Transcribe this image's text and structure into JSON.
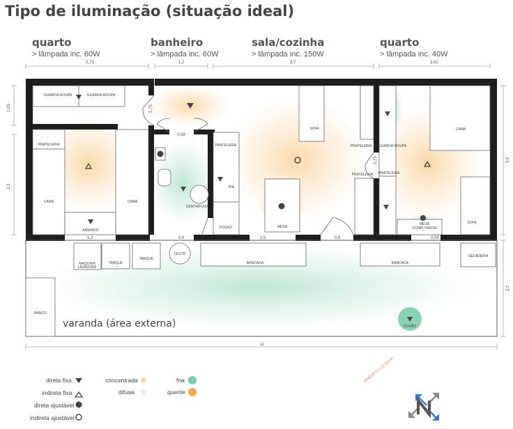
{
  "title": "Tipo de iluminação (situação ideal)",
  "rooms": [
    {
      "name": "quarto",
      "lamp": "> lâmpada inc. 60W"
    },
    {
      "name": "banheiro",
      "lamp": "> lâmpada inc. 60W"
    },
    {
      "name": "sala/cozinha",
      "lamp": "> lâmpada inc. 150W"
    },
    {
      "name": "quarto",
      "lamp": "> lâmpada inc. 40W"
    }
  ],
  "dimensions": {
    "top": [
      "2,73",
      "1,2",
      "3,7",
      "2,62"
    ],
    "left": [
      "1,05",
      "2,3"
    ],
    "right": [
      "3,5",
      "2,2"
    ],
    "bottom": "11",
    "inner": [
      "0,75",
      "0,58",
      "0,75",
      "1,2",
      "0,6",
      "1,5",
      "0,8",
      "0,55"
    ]
  },
  "furniture": {
    "guarda_roupa_1": "GUARDA-ROUPA",
    "guarda_roupa_2": "GUARDA-ROUPA",
    "prateleira_1": "PRATELEIRA",
    "cama_1": "CAMA",
    "cama_2": "CAMA",
    "armario": "ARMARIO",
    "prateleira_2": "PRATELEIRA",
    "pia": "PIA",
    "fogao_1": "FOGAO",
    "centrifuga": "CENTRIFUGA",
    "sofa_1": "SOFA",
    "mesa": "MESA",
    "prateleira_3": "PRATELEIRA",
    "prateleira_4": "PRATELEIRA",
    "guarda_roupa_3": "GUARDA-ROUPA",
    "prateleira_5": "PRATELEIRA",
    "cama_3": "CAMA",
    "sofa_2": "SOFA",
    "mesa_computador_1": "MESA",
    "mesa_computador_2": "COMPUTADOR",
    "maquina_1": "MAQUINA",
    "maquina_2": "LAVADORA",
    "tanque_1": "TANQUE",
    "tanque_2": "TANQUE",
    "cesto": "CESTO",
    "bancada_1": "BANCADA",
    "bancada_2": "BANCADA",
    "geladeira": "GELADEIRA",
    "banco": "BANCO",
    "fogao_2": "FOGÃO"
  },
  "veranda": "varanda (área externa)",
  "sun_direction": "DIREÇÃO DA LUZ SOLAR",
  "legend": {
    "direta_fixa": "direta fixa",
    "indireta_fixa": "indireta fixa",
    "direta_ajustavel": "direta ajustável",
    "indireta_ajustavel": "indireta ajustável",
    "concentrada": "concentrada",
    "difusa": "difusa",
    "fria": "fria",
    "quente": "quente"
  },
  "colors": {
    "warm": "#f3a23c",
    "cool": "#62c49a",
    "wall": "#1e1e1e"
  }
}
